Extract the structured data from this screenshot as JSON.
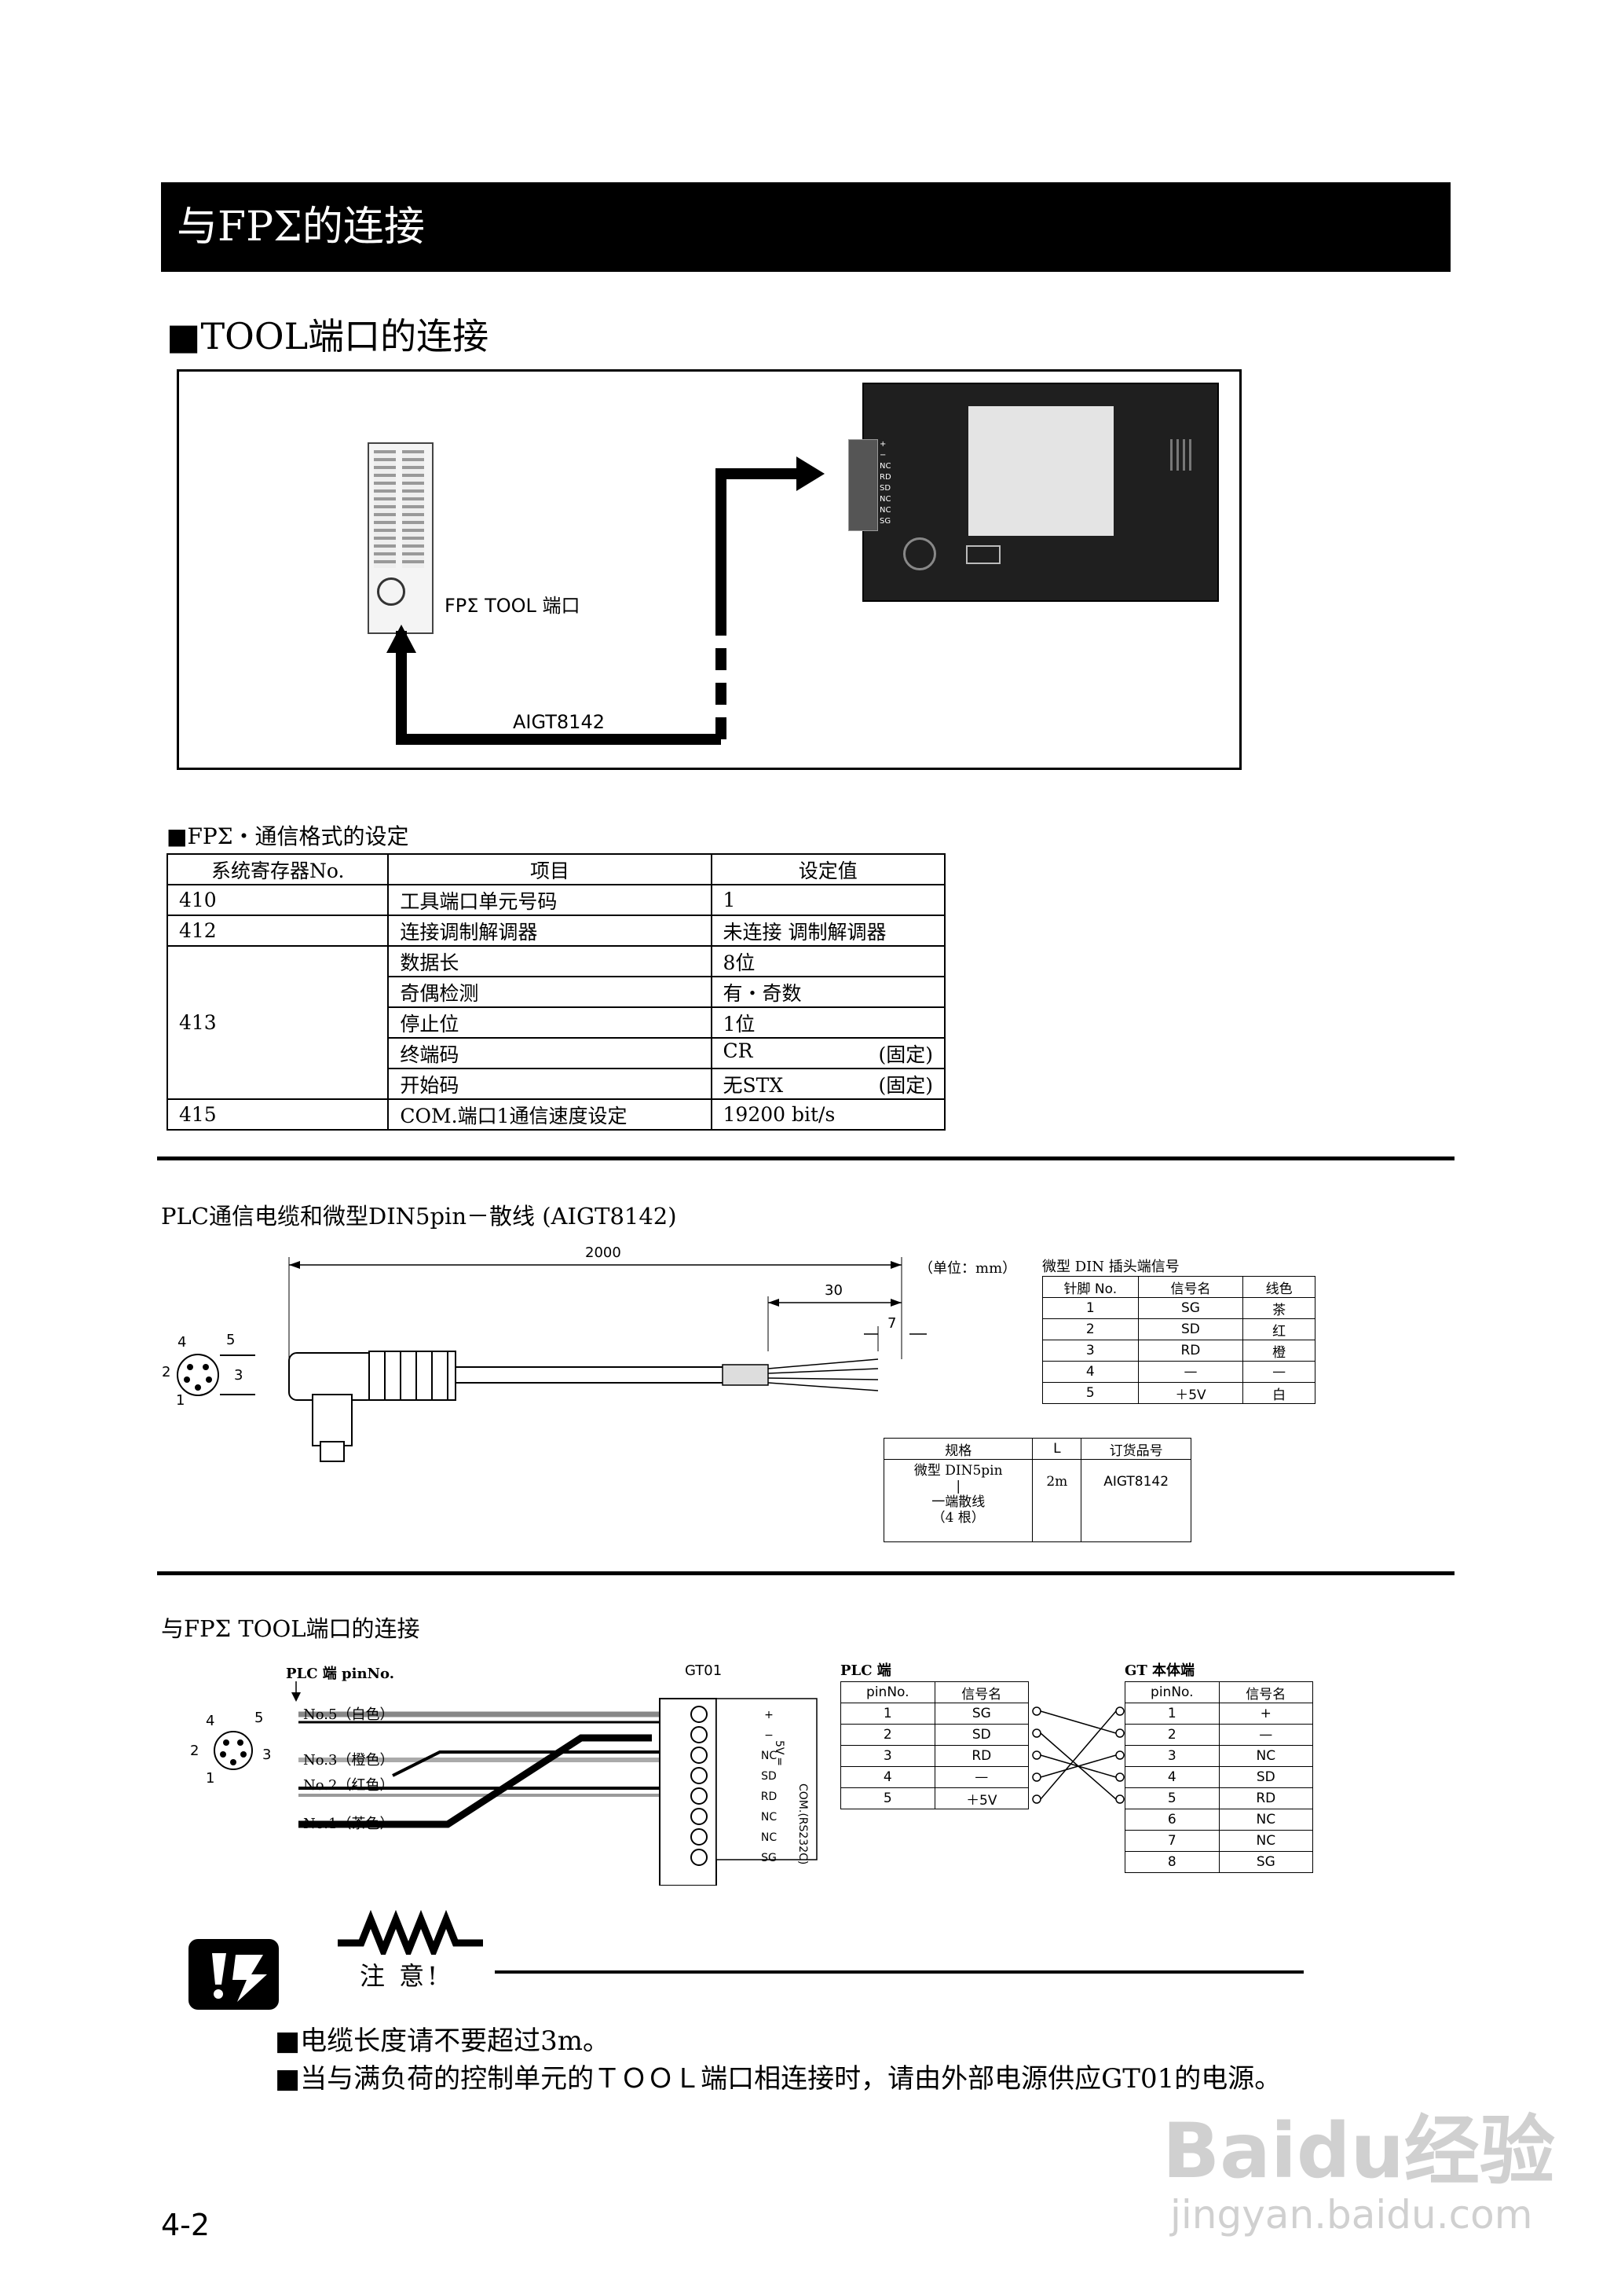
{
  "header": {
    "title": "与FPΣ的连接"
  },
  "section_tool": {
    "heading": "■TOOL端口的连接",
    "port_label": "FPΣ  TOOL 端口",
    "cable_label": "AIGT8142",
    "gt_terminals": [
      "+",
      "−",
      "NC",
      "RD",
      "SD",
      "NC",
      "NC",
      "SG"
    ]
  },
  "settings_table": {
    "caption": "■FPΣ・通信格式的设定",
    "headers": [
      "系统寄存器No.",
      "项目",
      "设定值"
    ],
    "rows": [
      {
        "no": "410",
        "item": "工具端口单元号码",
        "value": "1"
      },
      {
        "no": "412",
        "item": "连接调制解调器",
        "value": "未连接 调制解调器"
      },
      {
        "no": "413",
        "item": "数据长",
        "value": "8位"
      },
      {
        "no": "",
        "item": "奇偶检测",
        "value": "有・奇数"
      },
      {
        "no": "",
        "item": "停止位",
        "value": "1位"
      },
      {
        "no": "",
        "item": "终端码",
        "value": "CR",
        "fixed": "(固定)"
      },
      {
        "no": "",
        "item": "开始码",
        "value": "无STX",
        "fixed": "(固定)"
      },
      {
        "no": "415",
        "item": "COM.端口1通信速度设定",
        "value": "19200 bit/s"
      }
    ]
  },
  "cable_section": {
    "heading": "PLC通信电缆和微型DIN5pin－散线 (AIGT8142)",
    "dim_total": "2000",
    "dim_30": "30",
    "dim_7": "7",
    "unit_note": "（单位：mm）",
    "din_pins": [
      "4",
      "5",
      "2",
      "3",
      "1"
    ],
    "pin_table": {
      "caption": "微型 DIN 插头端信号",
      "headers": [
        "针脚 No.",
        "信号名",
        "线色"
      ],
      "rows": [
        [
          "1",
          "SG",
          "茶"
        ],
        [
          "2",
          "SD",
          "红"
        ],
        [
          "3",
          "RD",
          "橙"
        ],
        [
          "4",
          "—",
          "—"
        ],
        [
          "5",
          "＋5V",
          "白"
        ]
      ]
    },
    "spec_table": {
      "headers": [
        "规格",
        "L",
        "订货品号"
      ],
      "spec_lines": [
        "微型 DIN5pin",
        "|",
        "一端散线",
        "（4 根）"
      ],
      "length": "2m",
      "part_no": "AIGT8142"
    }
  },
  "wiring_section": {
    "heading": "与FPΣ  TOOL端口的连接",
    "plc_pin_label": "PLC 端 pinNo.",
    "gt_label": "GT01",
    "wires": [
      "No.5（白色）",
      "No.3（橙色）",
      "No.2（红色）",
      "No.1（茶色）"
    ],
    "terminal_labels": [
      "+",
      "−",
      "NC",
      "SD",
      "RD",
      "NC",
      "NC",
      "SG"
    ],
    "side_labels": [
      "5V ═",
      "COM.(RS232C)"
    ],
    "plc_table": {
      "caption": "PLC 端",
      "headers": [
        "pinNo.",
        "信号名"
      ],
      "rows": [
        [
          "1",
          "SG"
        ],
        [
          "2",
          "SD"
        ],
        [
          "3",
          "RD"
        ],
        [
          "4",
          "—"
        ],
        [
          "5",
          "＋5V"
        ]
      ]
    },
    "gt_table": {
      "caption": "GT 本体端",
      "headers": [
        "pinNo.",
        "信号名"
      ],
      "rows": [
        [
          "1",
          "+"
        ],
        [
          "2",
          "—"
        ],
        [
          "3",
          "NC"
        ],
        [
          "4",
          "SD"
        ],
        [
          "5",
          "RD"
        ],
        [
          "6",
          "NC"
        ],
        [
          "7",
          "NC"
        ],
        [
          "8",
          "SG"
        ]
      ]
    }
  },
  "caution": {
    "title": "注 意!",
    "items": [
      "■电缆长度请不要超过3m。",
      "■当与满负荷的控制单元的ＴＯＯＬ端口相连接时，请由外部电源供应GT01的电源。"
    ]
  },
  "footer": {
    "page_number": "4-2"
  },
  "watermark": {
    "brand": "Baidu经验",
    "url": "jingyan.baidu.com"
  }
}
